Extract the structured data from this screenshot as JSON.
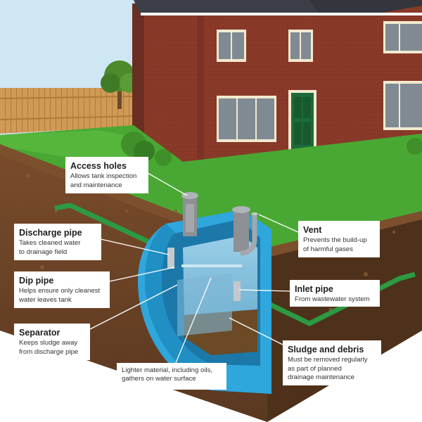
{
  "labels": {
    "access_holes": {
      "title": "Access holes",
      "lines": [
        "Allows tank inspection",
        "and maintenance"
      ]
    },
    "discharge_pipe": {
      "title": "Discharge pipe",
      "lines": [
        "Takes cleaned water",
        "to drainage field"
      ]
    },
    "dip_pipe": {
      "title": "Dip pipe",
      "lines": [
        "Helps ensure only cleanest",
        "water leaves tank"
      ]
    },
    "separator": {
      "title": "Separator",
      "lines": [
        "Keeps sludge away",
        "from discharge pipe"
      ]
    },
    "vent": {
      "title": "Vent",
      "lines": [
        "Prevents the build-up",
        "of harmful gases"
      ]
    },
    "inlet_pipe": {
      "title": "Inlet pipe",
      "lines": [
        "From wastewater system"
      ]
    },
    "sludge": {
      "title": "Sludge and debris",
      "lines": [
        "Must be removed regularly",
        "as part of planned",
        "drainage maintenance"
      ]
    },
    "lighter": {
      "lines": [
        "Lighter material, including oils,",
        "gathers on water surface"
      ]
    }
  },
  "colors": {
    "sky": "#cfe6f3",
    "brick": "#8c3b2a",
    "roof": "#3c3f47",
    "grass": "#49a833",
    "soil": "#6b4326",
    "tank": "#2fa6dc",
    "pipe": "#2c9a43",
    "fence": "#cf9a55",
    "door": "#1d6a3a"
  }
}
